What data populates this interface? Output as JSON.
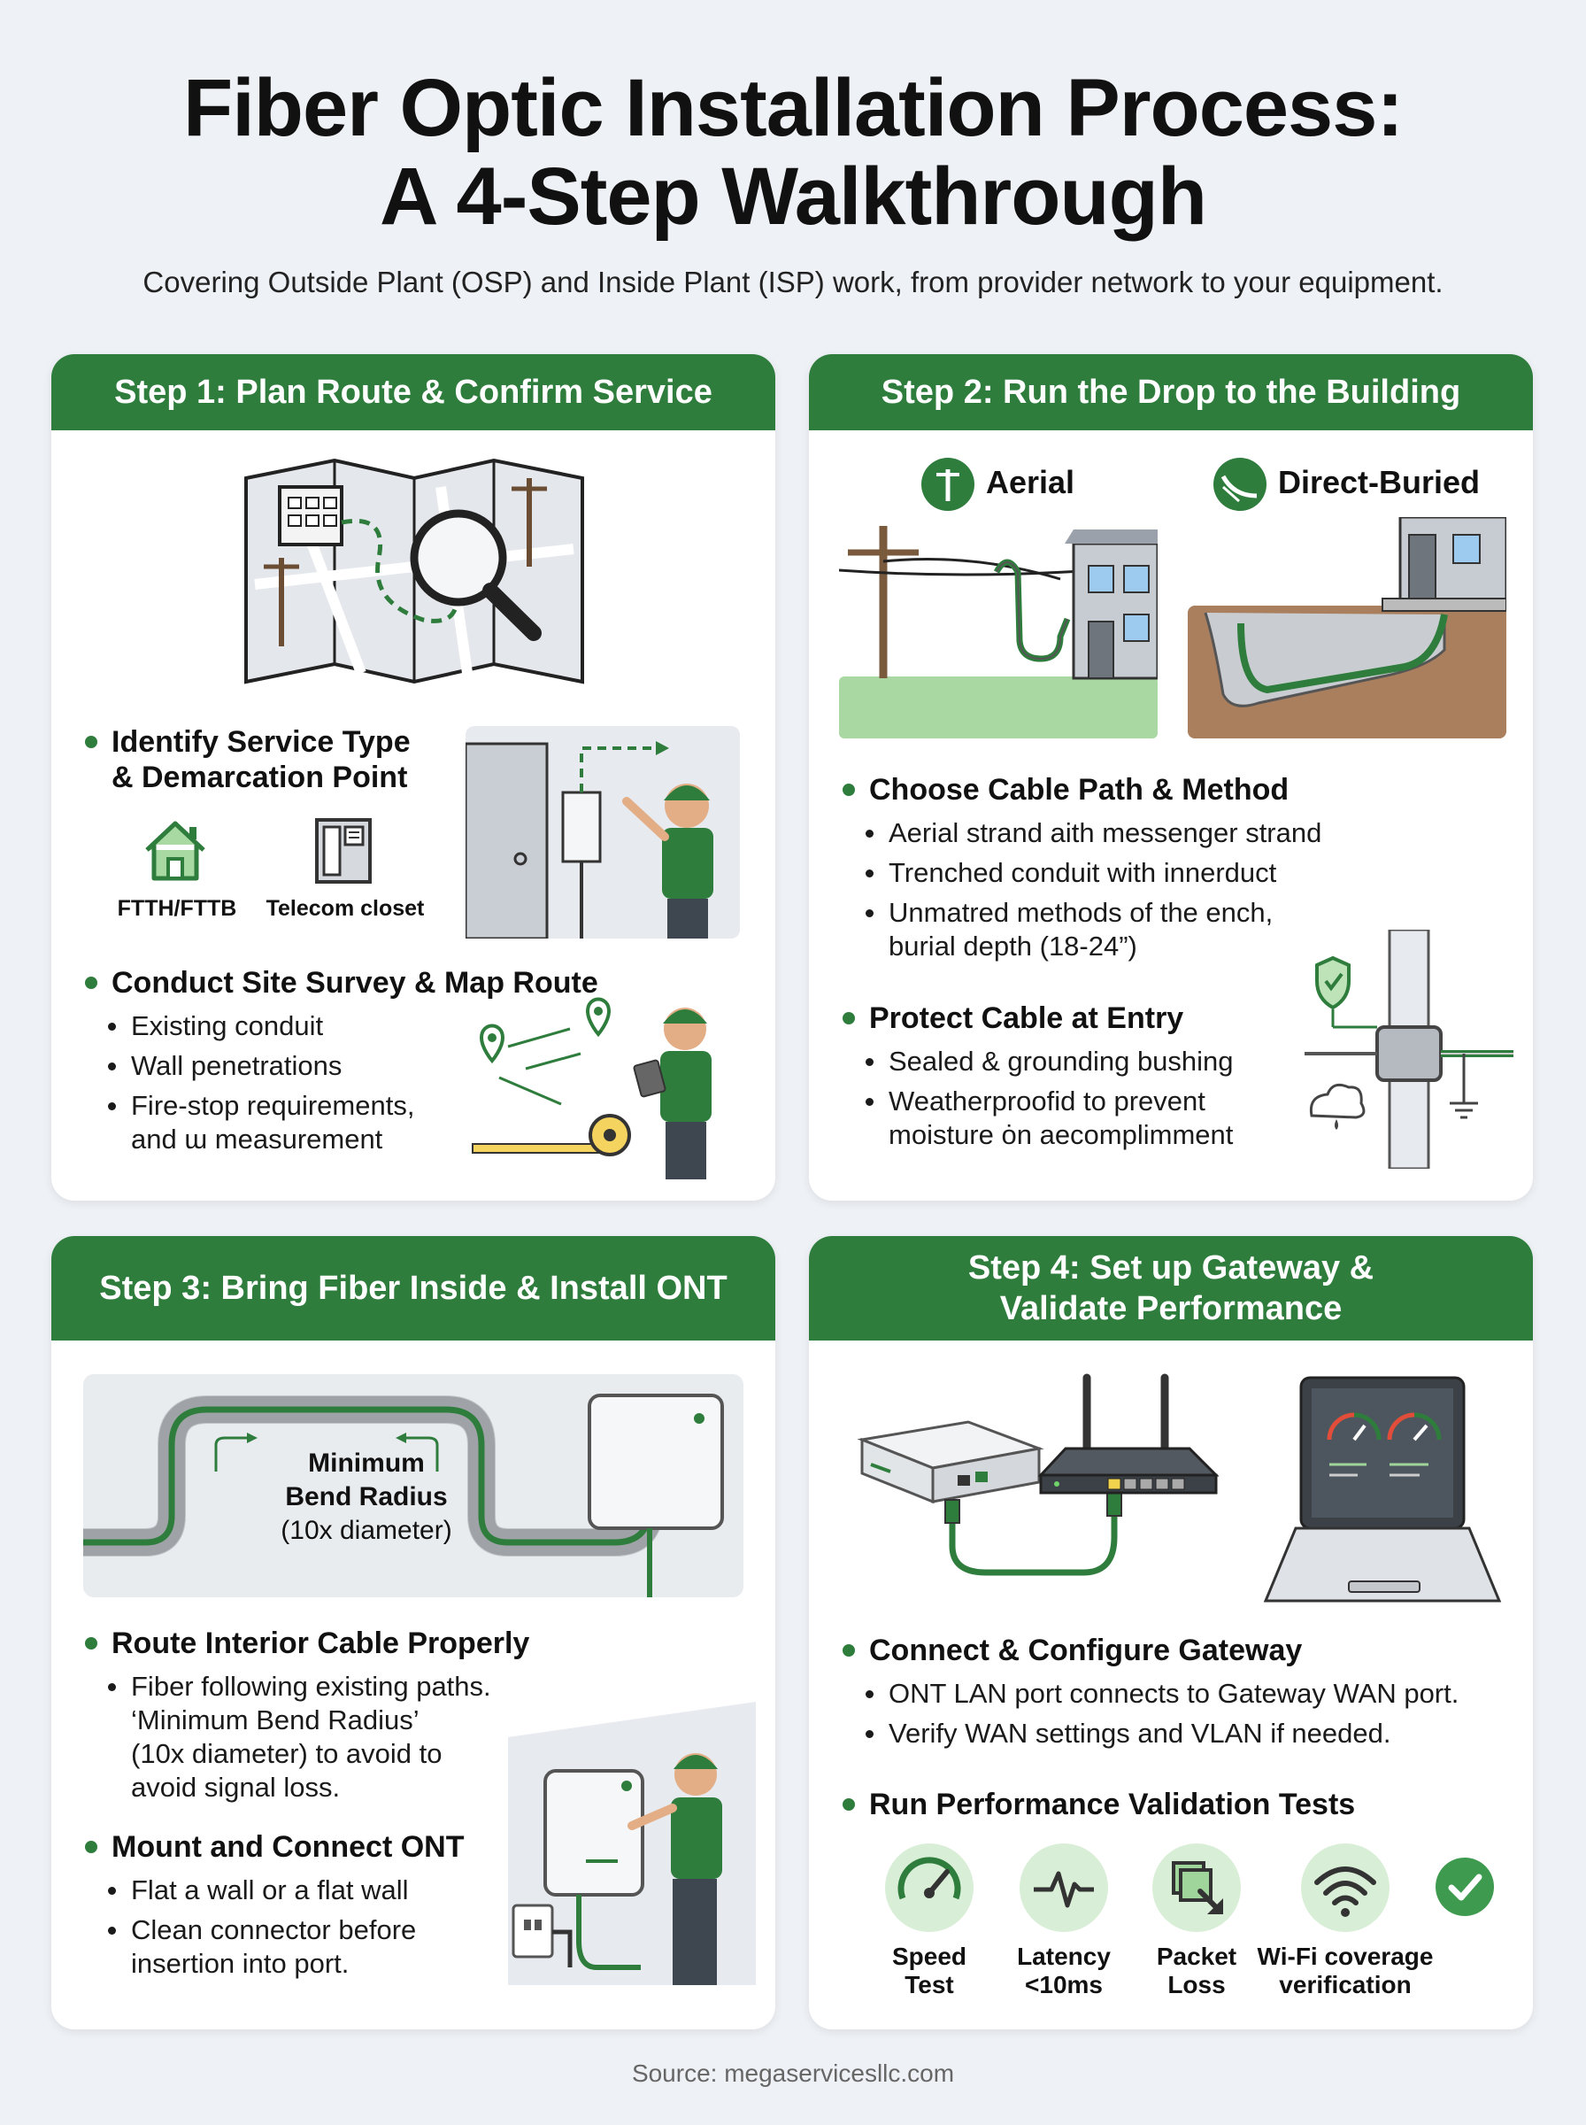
{
  "title_line1": "Fiber Optic Installation Process:",
  "title_line2": "A 4-Step Walkthrough",
  "subtitle": "Covering Outside Plant (OSP) and Inside Plant (ISP) work, from provider network to your equipment.",
  "step1": {
    "header": "Step 1: Plan Route & Confirm Service",
    "bullet1_line1": "Identify Service Type",
    "bullet1_line2": "& Demarcation Point",
    "icon1_label": "FTTH/FTTB",
    "icon2_label": "Telecom closet",
    "bullet2": "Conduct Site Survey & Map Route",
    "bullet2_items": [
      "Existing conduit",
      "Wall penetrations",
      "Fire-stop requirements,",
      "and ɯ measurement"
    ]
  },
  "step2": {
    "header": "Step 2: Run the Drop to the Building",
    "aerial_label": "Aerial",
    "buried_label": "Direct-Buried",
    "bullet1": "Choose Cable Path & Method",
    "bullet1_items": [
      "Aerial strand aith messenger strand",
      "Trenched conduit with innerduct",
      "Unmatred methods of the ench,",
      "burial depth (18-24”)"
    ],
    "bullet2": "Protect Cable at Entry",
    "bullet2_items": [
      "Sealed & grounding bushing",
      "Weatherproofid to prevent",
      "moisture ȯn aecomplimment"
    ]
  },
  "step3": {
    "header": "Step 3: Bring Fiber Inside & Install ONT",
    "bend_line1": "Minimum",
    "bend_line2": "Bend Radius",
    "bend_line3": "(10x diameter)",
    "bullet1": "Route Interior Cable Properly",
    "bullet1_items": [
      "Fiber following existing paths.",
      "‘Minimum Bend Radius’",
      "(10x diameter) to avoid to",
      "avoid signal loss."
    ],
    "bullet2": "Mount and Connect ONT",
    "bullet2_items": [
      "Flat a wall or a flat wall",
      "Clean connector before",
      "insertion into port."
    ]
  },
  "step4": {
    "header_line1": "Step 4: Set up Gateway &",
    "header_line2": "Validate Performance",
    "bullet1": "Connect & Configure Gateway",
    "bullet1_items": [
      "ONT LAN port connects to Gateway WAN port.",
      "Verify WAN settings and VLAN if needed."
    ],
    "bullet2": "Run Performance Validation Tests",
    "metrics": [
      {
        "line1": "Speed",
        "line2": "Test"
      },
      {
        "line1": "Latency",
        "line2": "<10ms"
      },
      {
        "line1": "Packet",
        "line2": "Loss"
      },
      {
        "line1": "Wi-Fi coverage",
        "line2": "verification"
      }
    ]
  },
  "source": "Source: megaservicesllc.com",
  "colors": {
    "brand_green": "#2e7d3c",
    "light_green": "#9fd49a",
    "soil": "#a97f5e",
    "background": "#eef1f5"
  }
}
